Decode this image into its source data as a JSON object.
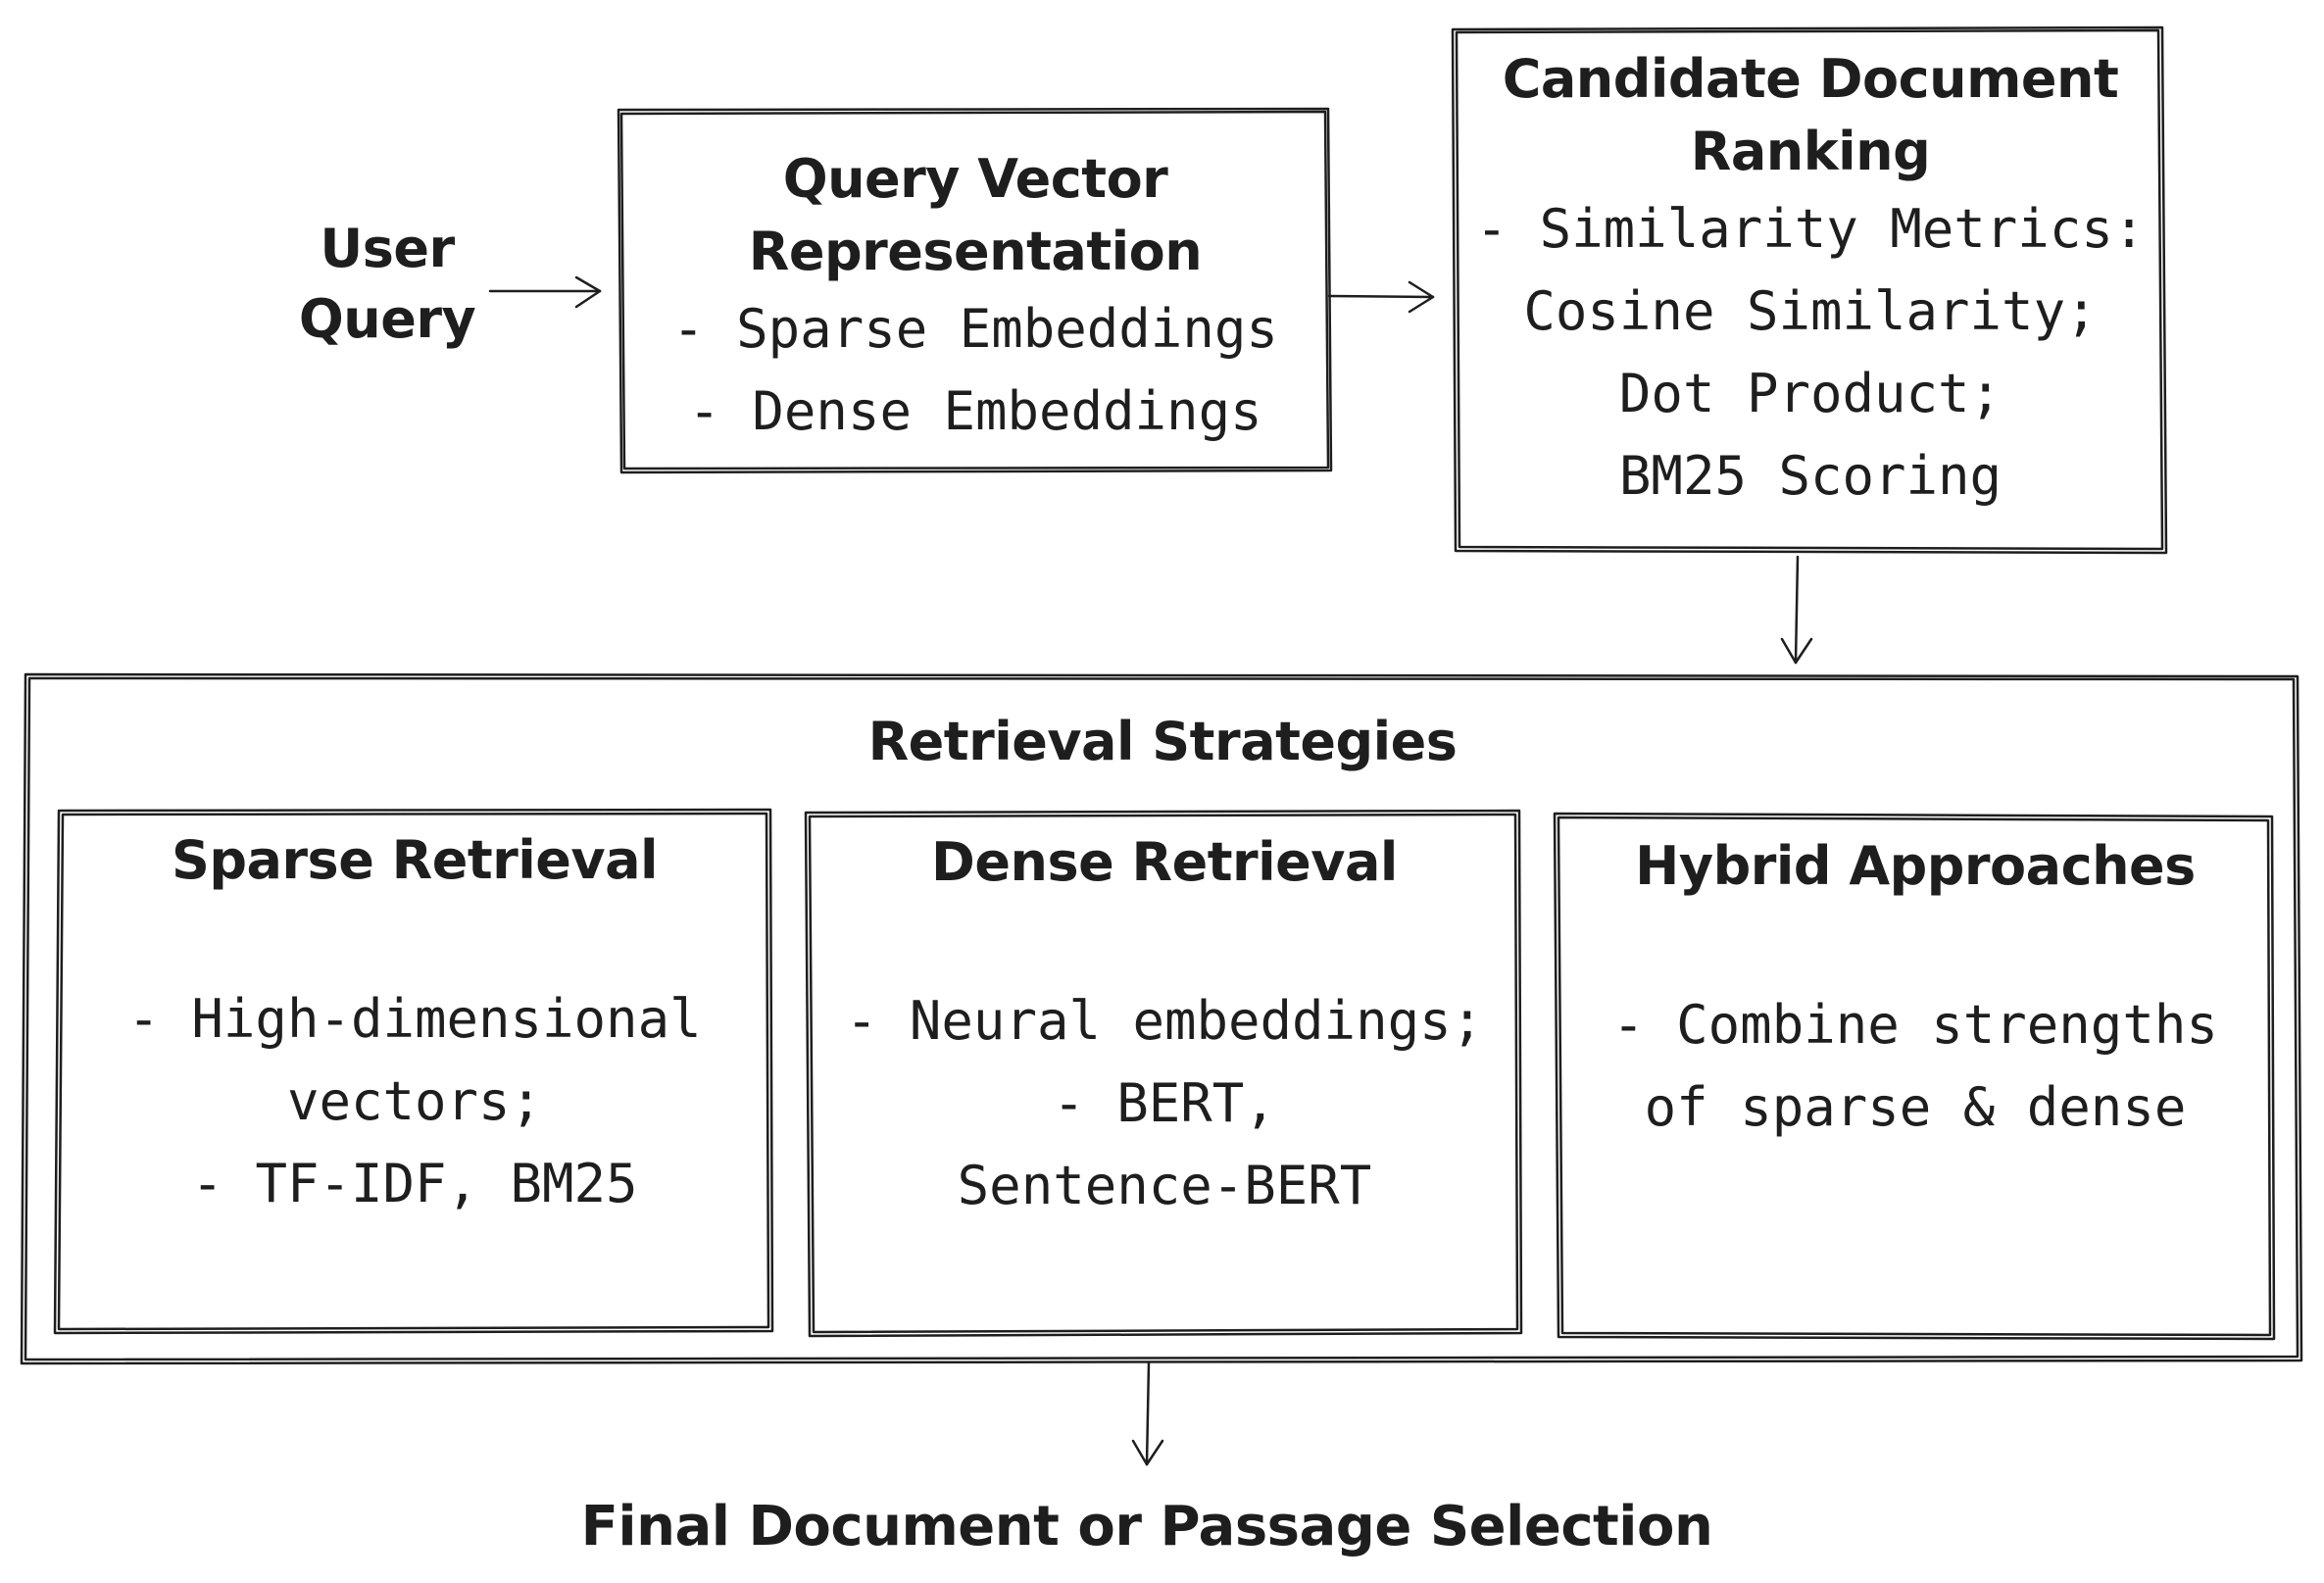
{
  "user_query": {
    "line1": "User",
    "line2": "Query"
  },
  "query_vector": {
    "title_line1": "Query Vector",
    "title_line2": "Representation",
    "items": [
      "- Sparse Embeddings",
      "- Dense Embeddings"
    ]
  },
  "candidate_ranking": {
    "title_line1": "Candidate Document",
    "title_line2": "Ranking",
    "lines": [
      "- Similarity Metrics:",
      "Cosine Similarity;",
      "Dot Product;",
      "BM25 Scoring"
    ]
  },
  "retrieval_strategies": {
    "title": "Retrieval Strategies",
    "sparse": {
      "title": "Sparse Retrieval",
      "lines": [
        "- High-dimensional",
        "vectors;",
        "- TF-IDF, BM25"
      ]
    },
    "dense": {
      "title": "Dense Retrieval",
      "lines": [
        "- Neural embeddings;",
        "- BERT,",
        "Sentence-BERT"
      ]
    },
    "hybrid": {
      "title": "Hybrid Approaches",
      "lines": [
        "- Combine strengths",
        "of sparse & dense"
      ]
    }
  },
  "final_selection": "Final Document or Passage Selection",
  "colors": {
    "stroke": "#1e1e1e",
    "background": "#ffffff"
  }
}
